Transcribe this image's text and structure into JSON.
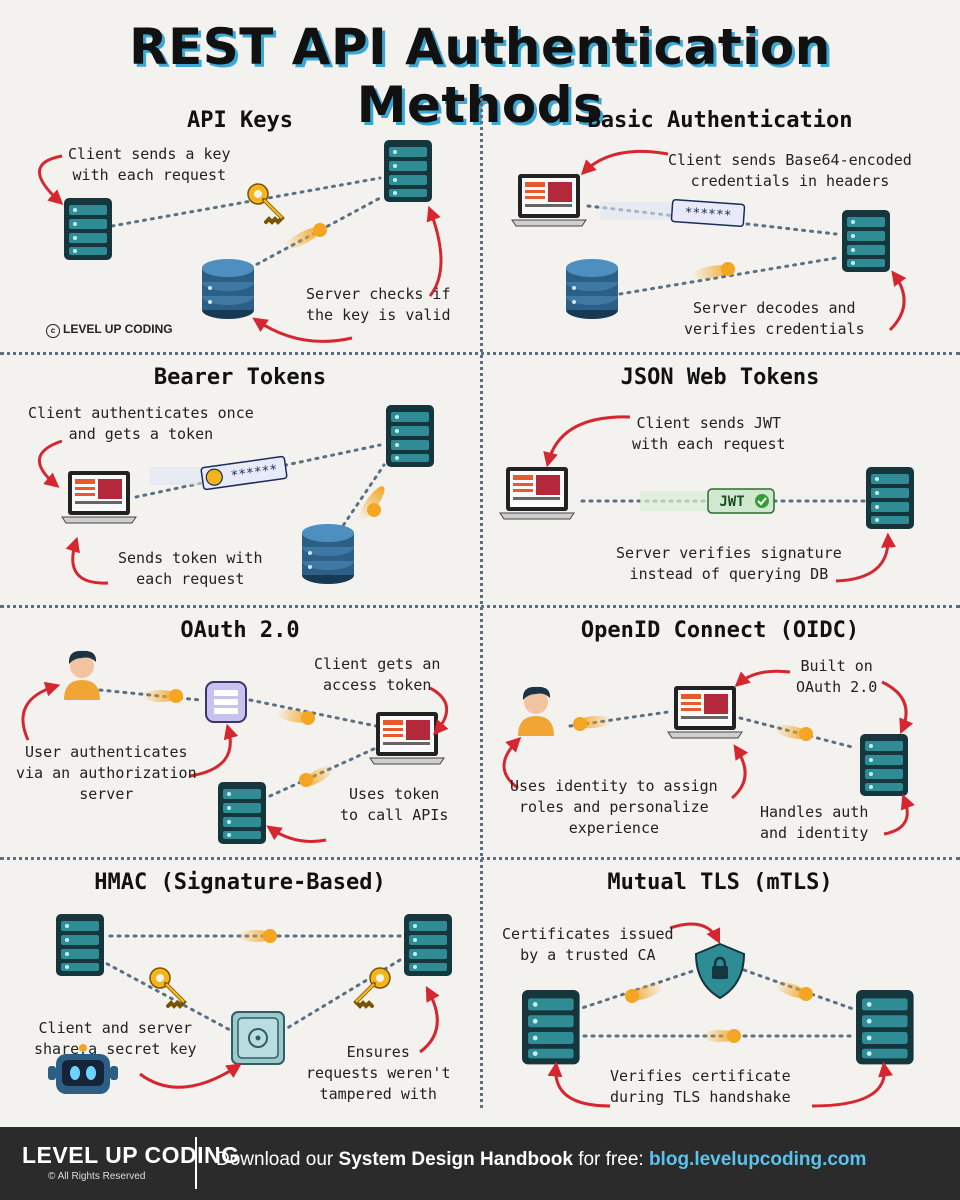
{
  "title": "REST API Authentication Methods",
  "credit": "LEVEL UP CODING",
  "panels": {
    "api_keys": {
      "title": "API Keys",
      "note1": "Client sends a key\nwith each request",
      "note2": "Server checks if\nthe key is valid"
    },
    "basic_auth": {
      "title": "Basic Authentication",
      "note1": "Client sends Base64-encoded\ncredentials in headers",
      "note2": "Server decodes and\nverifies credentials",
      "password_mask": "******"
    },
    "bearer": {
      "title": "Bearer Tokens",
      "note1": "Client authenticates once\nand gets a token",
      "note2": "Sends token with\neach request",
      "token_mask": "******"
    },
    "jwt": {
      "title": "JSON Web Tokens",
      "note1": "Client sends JWT\nwith each request",
      "note2": "Server verifies signature\ninstead of querying DB",
      "badge": "JWT"
    },
    "oauth": {
      "title": "OAuth 2.0",
      "note1": "Client gets an\naccess token",
      "note2": "User authenticates\nvia an authorization\nserver",
      "note3": "Uses token\nto call APIs"
    },
    "oidc": {
      "title": "OpenID Connect (OIDC)",
      "note1": "Built on\nOAuth 2.0",
      "note2": "Uses identity to assign\nroles and personalize\nexperience",
      "note3": "Handles auth\nand identity"
    },
    "hmac": {
      "title": "HMAC (Signature-Based)",
      "note1": "Client and server\nshare a secret key",
      "note2": "Ensures\nrequests weren't\ntampered with"
    },
    "mtls": {
      "title": "Mutual TLS (mTLS)",
      "note1": "Certificates issued\nby a trusted CA",
      "note2": "Verifies certificate\nduring TLS handshake"
    }
  },
  "footer": {
    "brand": "LEVEL UP CODING",
    "rights": "© All Rights Reserved",
    "cta_prefix": "Download our ",
    "cta_bold": "System Design Handbook",
    "cta_suffix": " for free: ",
    "url": "blog.levelupcoding.com"
  },
  "colors": {
    "arrow": "#d6262f",
    "server": "#1f5c66",
    "server_slot": "#5fb9bf",
    "database": "#2c5f86",
    "key": "#f2b51c",
    "beam": "#f4a623",
    "accent_blue": "#3aa7d6",
    "footer_bg": "#2b2b2b"
  }
}
